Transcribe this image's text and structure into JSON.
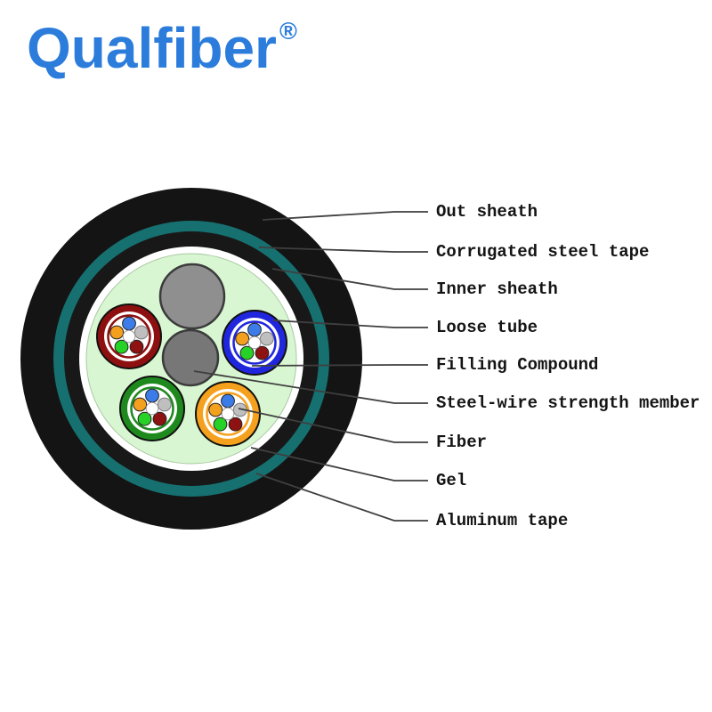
{
  "logo": {
    "text": "Qualfiber",
    "registered_mark": "®",
    "color": "#2b7cdb"
  },
  "diagram": {
    "labels": [
      {
        "text": "Out sheath"
      },
      {
        "text": "Corrugated steel tape"
      },
      {
        "text": "Inner sheath"
      },
      {
        "text": "Loose tube"
      },
      {
        "text": "Filling Compound"
      },
      {
        "text": "Steel-wire strength member"
      },
      {
        "text": "Fiber"
      },
      {
        "text": "Gel"
      },
      {
        "text": "Aluminum tape"
      }
    ],
    "colors": {
      "out_sheath": "#141414",
      "corrugated_steel_tape": "#177070",
      "inner_sheath": "#181818",
      "inner_liner": "#ffffff",
      "filling_compound": "#d9f6d2",
      "strength_member_large": "#8f8f8f",
      "strength_member_small": "#777777",
      "strength_member_border": "#3b3b3b",
      "loose_tube_red": "#8e0f0f",
      "loose_tube_blue": "#2026dd",
      "loose_tube_green": "#1e8a1e",
      "loose_tube_orange": "#f6a11d",
      "fiber_blue": "#3c7ce8",
      "fiber_orange": "#f3a01e",
      "fiber_gray": "#bfbfbf",
      "fiber_green": "#27d227",
      "fiber_dark_red": "#8e1212",
      "leader_line": "#3f3f3f",
      "label_text": "#141414"
    }
  }
}
